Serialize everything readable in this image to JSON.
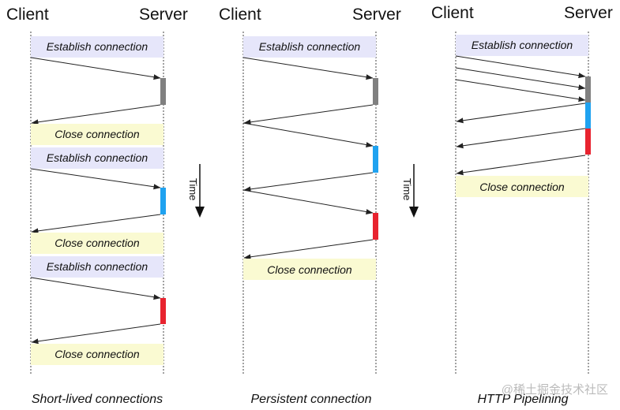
{
  "headers": {
    "client": "Client",
    "server": "Server"
  },
  "labels": {
    "establish": "Establish connection",
    "close": "Close connection",
    "time": "Time"
  },
  "captions": {
    "short_lived": "Short-lived connections",
    "persistent": "Persistent connection",
    "pipelining": "HTTP Pipelining"
  },
  "watermark": "@稀土掘金技术社区",
  "colors": {
    "establish_box": "#e6e6fa",
    "close_box": "#fafad2",
    "request1": "#808080",
    "request2": "#1fa2f0",
    "request3": "#e8232f",
    "line": "#222222"
  }
}
